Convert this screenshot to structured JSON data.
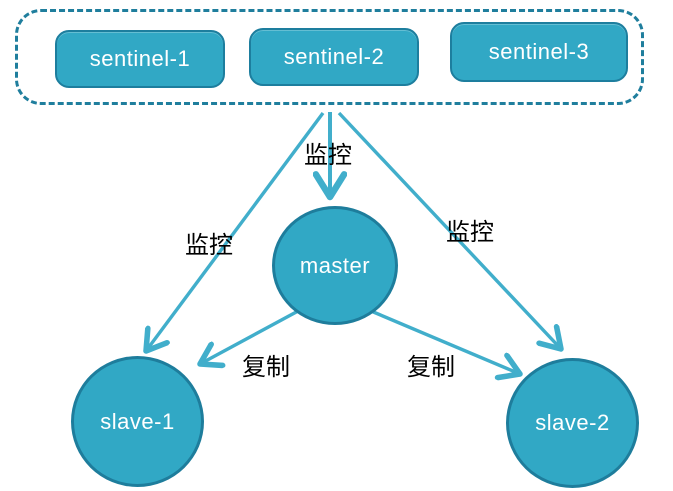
{
  "diagram": {
    "sentinels": [
      {
        "label": "sentinel-1"
      },
      {
        "label": "sentinel-2"
      },
      {
        "label": "sentinel-3"
      }
    ],
    "nodes": {
      "master": {
        "label": "master"
      },
      "slave1": {
        "label": "slave-1"
      },
      "slave2": {
        "label": "slave-2"
      }
    },
    "edge_labels": {
      "monitor_master": "监控",
      "monitor_slave1": "监控",
      "monitor_slave2": "监控",
      "replicate_slave1": "复制",
      "replicate_slave2": "复制"
    },
    "icons": {
      "arrowhead": "open-v-arrowhead-icon"
    },
    "colors": {
      "node_fill": "#31a8c5",
      "node_border": "#1d7e9e",
      "frame_border": "#1f7e9d",
      "edge": "#41aecb",
      "node_text": "#ffffff",
      "label_text": "#000000",
      "background": "#ffffff"
    }
  }
}
